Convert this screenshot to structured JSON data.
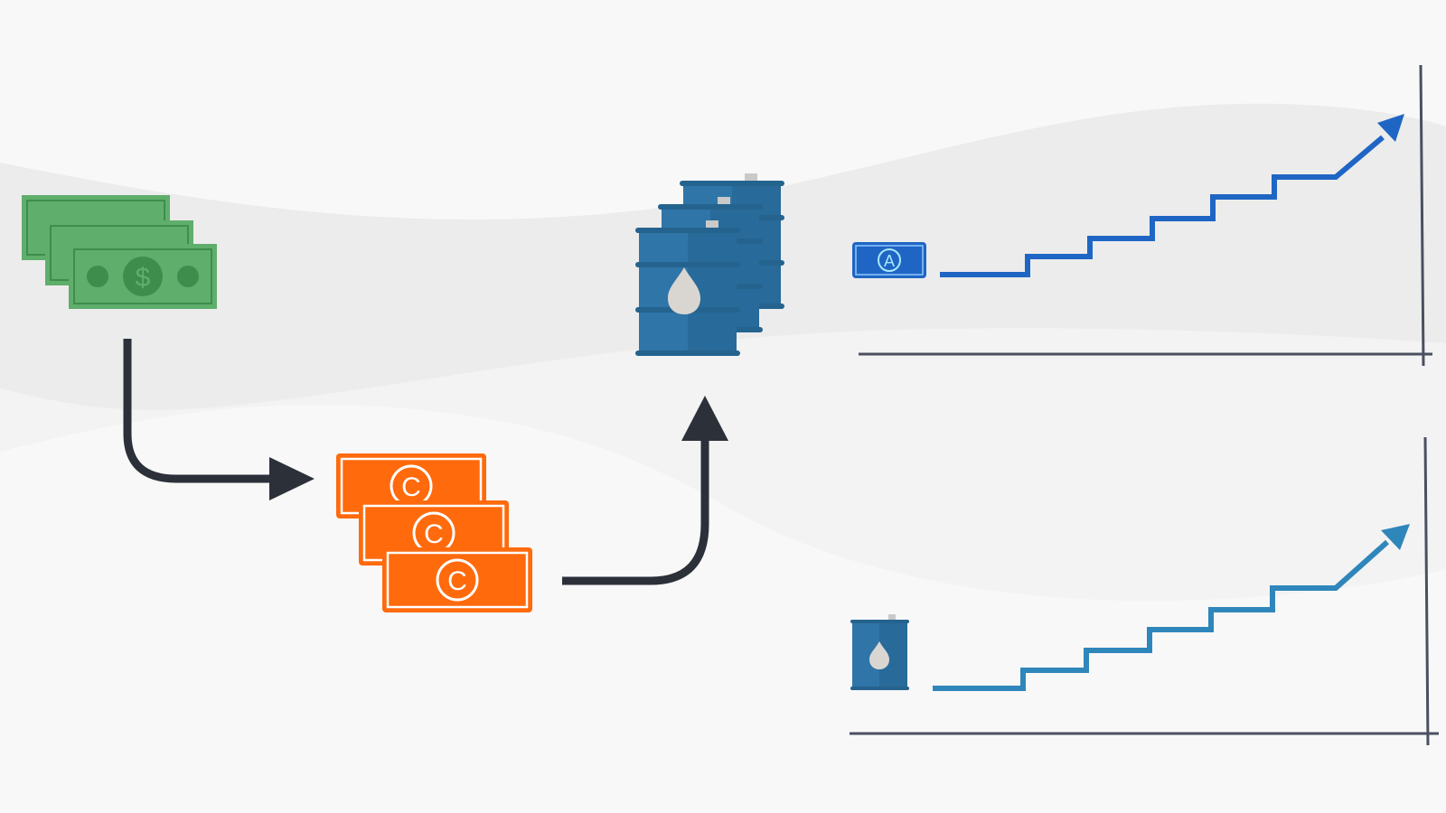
{
  "colors": {
    "background": "#f8f8f8",
    "wave_dark": "#ececec",
    "wave_light": "#f3f3f3",
    "dollar_green": "#5fae6c",
    "dollar_green_dark": "#3f8d4d",
    "currency_orange": "#ff6a0d",
    "barrel_blue": "#2f75a8",
    "barrel_blue_dark": "#25638f",
    "arrow_dark": "#2c3039",
    "axis": "#4b5060",
    "step_blue": "#1f66c4",
    "step_light_blue": "#2f86bb",
    "drop": "#d9d6d2"
  },
  "icons": {
    "dollar_stack": "dollar-bills-icon",
    "currency_c_stack": "currency-c-bills-icon",
    "oil_barrels": "oil-barrels-icon",
    "currency_a": "currency-a-bill-icon",
    "oil_barrel_single": "oil-barrel-icon",
    "dollar_symbol": "$",
    "c_symbol": "C",
    "a_symbol": "A"
  },
  "charts": {
    "top": {
      "type": "step-up",
      "steps": 6,
      "trend": "up"
    },
    "bottom": {
      "type": "step-up",
      "steps": 6,
      "trend": "up"
    }
  }
}
